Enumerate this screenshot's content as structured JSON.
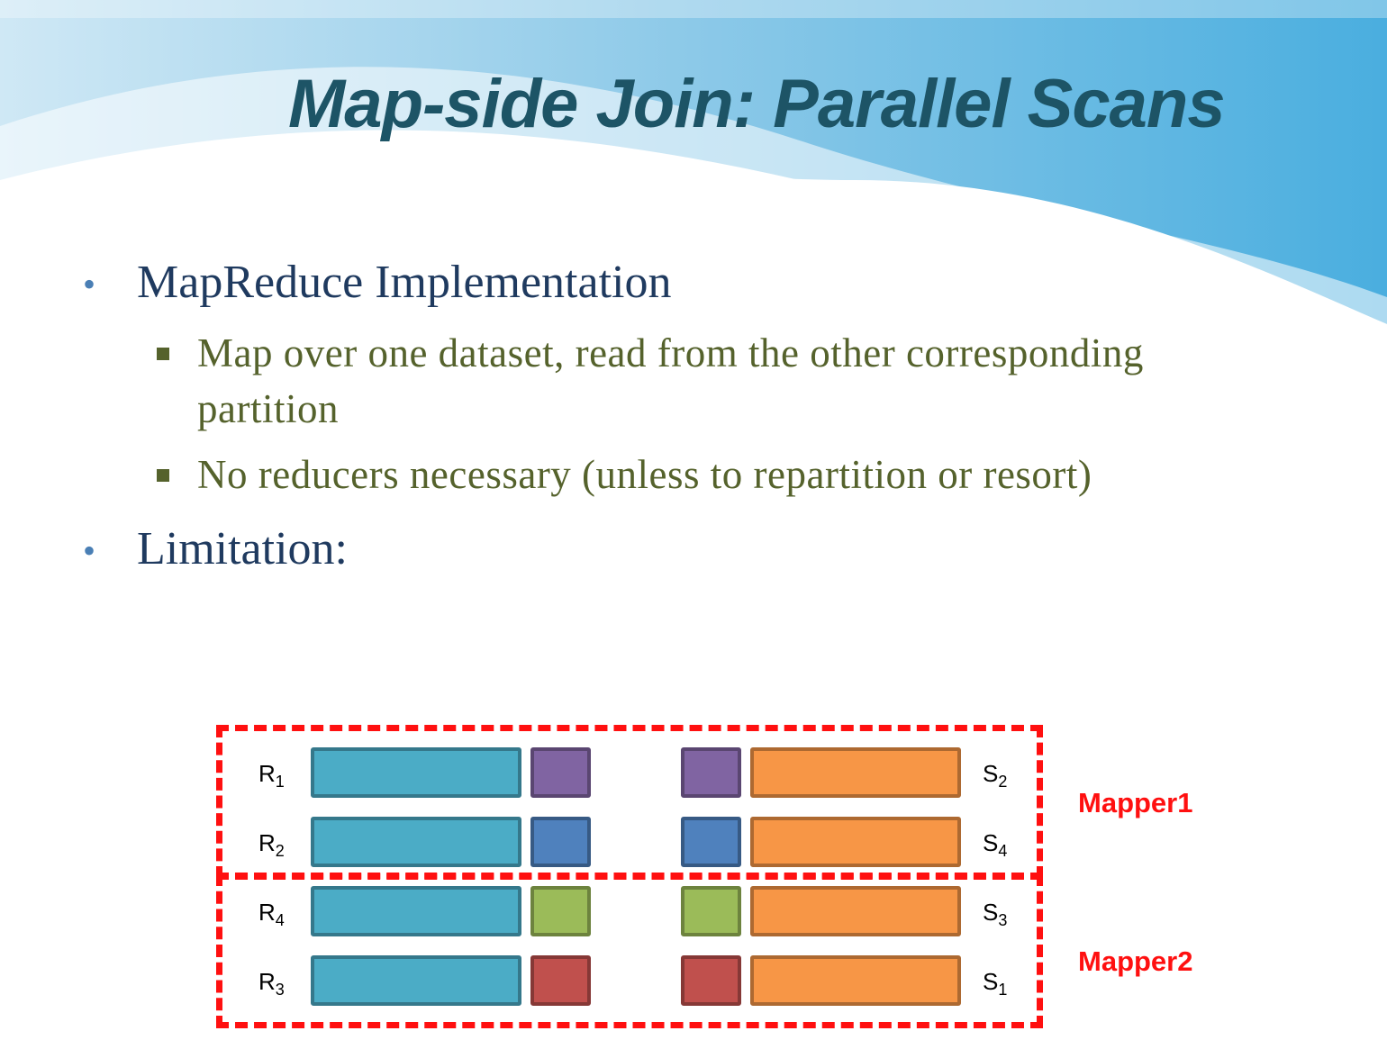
{
  "slide": {
    "title": "Map-side Join: Parallel Scans",
    "bullets": [
      {
        "text": "MapReduce Implementation",
        "sub": [
          "Map over one dataset, read from the other corresponding",
          "partition",
          "No reducers necessary (unless to repartition or resort)"
        ]
      },
      {
        "text": "Limitation:"
      }
    ]
  },
  "diagram": {
    "mappers": [
      "Mapper1",
      "Mapper2"
    ],
    "rows": [
      {
        "r": "R",
        "r_sub": "1",
        "s": "S",
        "s_sub": "2",
        "key_color": "#8064a2"
      },
      {
        "r": "R",
        "r_sub": "2",
        "s": "S",
        "s_sub": "4",
        "key_color": "#4f81bd"
      },
      {
        "r": "R",
        "r_sub": "4",
        "s": "S",
        "s_sub": "3",
        "key_color": "#9bbb59"
      },
      {
        "r": "R",
        "r_sub": "3",
        "s": "S",
        "s_sub": "1",
        "key_color": "#c0504d"
      }
    ],
    "colors": {
      "r_bar": "#4bacc6",
      "s_bar": "#f79646",
      "mapper_border": "#ff1010"
    }
  }
}
